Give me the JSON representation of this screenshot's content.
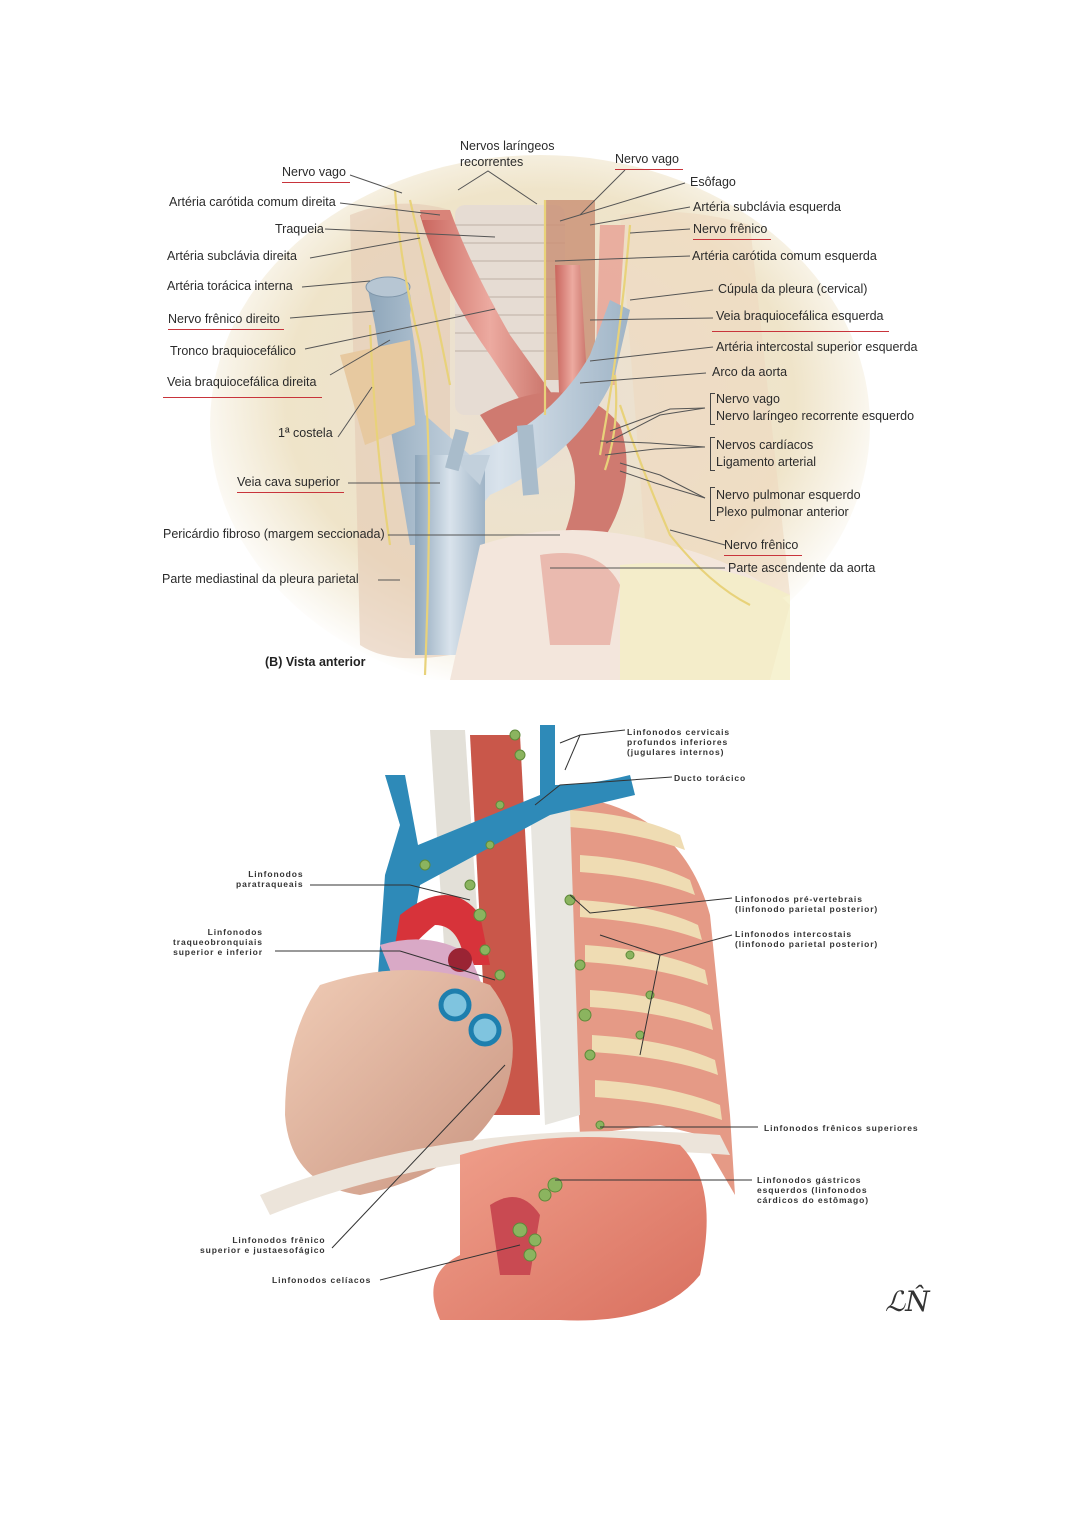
{
  "figure1": {
    "caption": "(B) Vista anterior",
    "labels_left": {
      "nervo_vago": "Nervo vago",
      "carotida_direita": "Artéria carótida comum direita",
      "traqueia": "Traqueia",
      "subclavia_direita": "Artéria subclávia direita",
      "toracica_interna": "Artéria torácica interna",
      "frenico_direito": "Nervo frênico direito",
      "tronco_braquiocefalico": "Tronco braquiocefálico",
      "veia_braquiocefalica_direita": "Veia braquiocefálica direita",
      "primeira_costela": "1ª costela",
      "veia_cava_superior": "Veia cava superior",
      "pericardio": "Pericárdio fibroso (margem seccionada)",
      "pleura_parietal": "Parte mediastinal da pleura parietal"
    },
    "labels_top": {
      "laringeos_1": "Nervos laríngeos",
      "laringeos_2": "recorrentes",
      "nervo_vago_top": "Nervo vago"
    },
    "labels_right": {
      "esofago": "Esôfago",
      "subclavia_esquerda": "Artéria subclávia esquerda",
      "frenico": "Nervo frênico",
      "carotida_esquerda": "Artéria carótida comum esquerda",
      "cupula": "Cúpula da pleura (cervical)",
      "veia_braquiocefalica_esquerda": "Veia braquiocefálica esquerda",
      "intercostal_superior": "Artéria intercostal superior esquerda",
      "arco_aorta": "Arco da aorta",
      "vago_2": "Nervo vago",
      "laringeo_recorrente_esq": "Nervo laríngeo recorrente esquerdo",
      "cardiacos": "Nervos cardíacos",
      "ligamento": "Ligamento arterial",
      "pulmonar_esq": "Nervo pulmonar esquerdo",
      "plexo_pulmonar": "Plexo pulmonar anterior",
      "frenico_2": "Nervo frênico",
      "aorta_ascendente": "Parte ascendente da aorta"
    },
    "underline_color": "#c8343b"
  },
  "figure2": {
    "labels": {
      "cervicais": "Linfonodos cervicais\nprofundos inferiores\n(jugulares internos)",
      "ducto": "Ducto torácico",
      "paratraqueais": "Linfonodos\nparatraqueais",
      "traqueobronquiais": "Linfonodos\ntraqueobronquiais\nsuperior e inferior",
      "pre_vertebrais": "Linfonodos pré-vertebrais\n(linfonodo parietal posterior)",
      "intercostais": "Linfonodos intercostais\n(linfonodo parietal posterior)",
      "frenicos_superiores": "Linfonodos frênicos superiores",
      "gastricos": "Linfonodos gástricos\nesquerdos (linfonodos\ncárdicos do estômago)",
      "frenico_justaesofagico": "Linfonodos frênico\nsuperior e justaesofágico",
      "celiacos": "Linfonodos celíacos"
    },
    "signature": "ℒN̂"
  },
  "colors": {
    "vein_blue": "#a9bccb",
    "artery_red": "#d9847c",
    "nerve_yellow": "#e8d27a",
    "lymph_green": "#7aa85a",
    "heart": "#e3b39c",
    "stomach": "#e47d6c",
    "vein_blue_fig2": "#2e8ab8"
  }
}
